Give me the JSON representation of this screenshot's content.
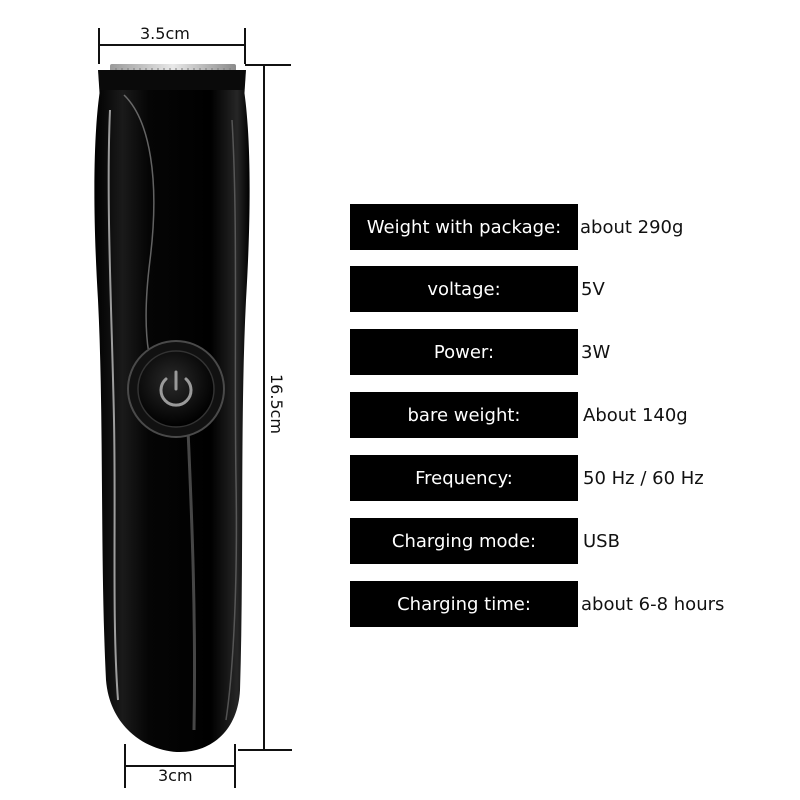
{
  "dimensions": {
    "top_width": "3.5cm",
    "bottom_width": "3cm",
    "height": "16.5cm"
  },
  "specs": [
    {
      "label": "Weight with package:",
      "value": "about 290g"
    },
    {
      "label": "voltage:",
      "value": "5V"
    },
    {
      "label": "Power:",
      "value": "3W"
    },
    {
      "label": "bare weight:",
      "value": "About 140g"
    },
    {
      "label": "Frequency:",
      "value": "50 Hz / 60 Hz"
    },
    {
      "label": "Charging mode:",
      "value": "USB"
    },
    {
      "label": "Charging time:",
      "value": "about 6-8 hours"
    }
  ],
  "product": {
    "icon": "power-icon",
    "body_color": "#050505",
    "highlight_color": "#ffffff"
  }
}
